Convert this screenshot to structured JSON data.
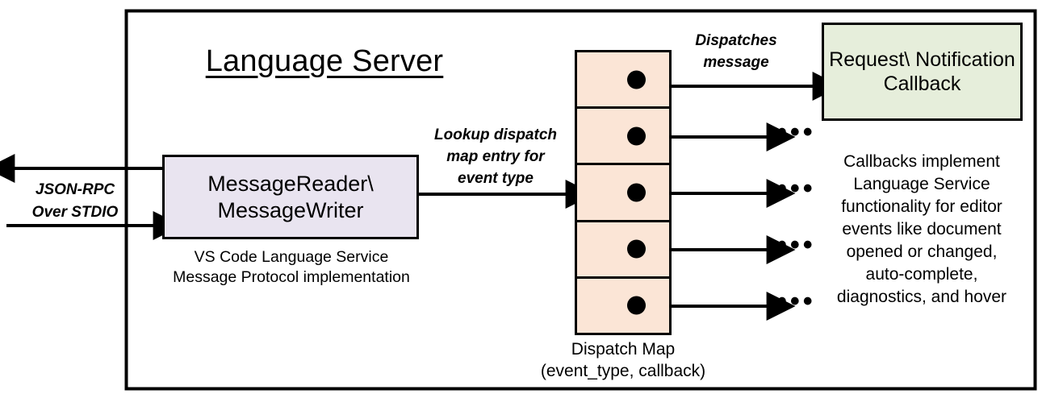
{
  "diagram": {
    "title": "Language Server",
    "outer_frame": "language-server-boundary"
  },
  "reader_box": {
    "label": "MessageReader\\\nMessageWriter",
    "caption": "VS Code Language Service\nMessage Protocol implementation",
    "fill": "#E9E4F0"
  },
  "transport": {
    "label": "JSON-RPC\nOver STDIO",
    "outbound_arrow": "outbound-json-rpc-arrow",
    "inbound_arrow": "inbound-json-rpc-arrow"
  },
  "lookup": {
    "label": "Lookup dispatch\nmap entry for\nevent type"
  },
  "dispatch_map": {
    "caption": "Dispatch Map\n(event_type, callback)",
    "fill": "#FBE5D6",
    "rows": [
      {
        "id": "row-1",
        "dot": "callback-pointer-dot"
      },
      {
        "id": "row-2",
        "dot": "callback-pointer-dot"
      },
      {
        "id": "row-3",
        "dot": "callback-pointer-dot"
      },
      {
        "id": "row-4",
        "dot": "callback-pointer-dot"
      },
      {
        "id": "row-5",
        "dot": "callback-pointer-dot"
      }
    ]
  },
  "dispatch_message": {
    "label": "Dispatches\nmessage"
  },
  "callback_box": {
    "label": "Request\\\nNotification\nCallback",
    "caption": "Callbacks implement\nLanguage Service\nfunctionality for editor\nevents like document\nopened or changed,\nauto-complete,\ndiagnostics, and hover",
    "fill": "#E6EEDB"
  },
  "ellipses": {
    "mark": "•••",
    "items": [
      "ellipsis-row-2",
      "ellipsis-row-3",
      "ellipsis-row-4",
      "ellipsis-row-5"
    ]
  },
  "colors": {
    "stroke": "#000000",
    "background": "#FFFFFF",
    "reader_fill": "#E9E4F0",
    "map_fill": "#FBE5D6",
    "callback_fill": "#E6EEDB"
  }
}
